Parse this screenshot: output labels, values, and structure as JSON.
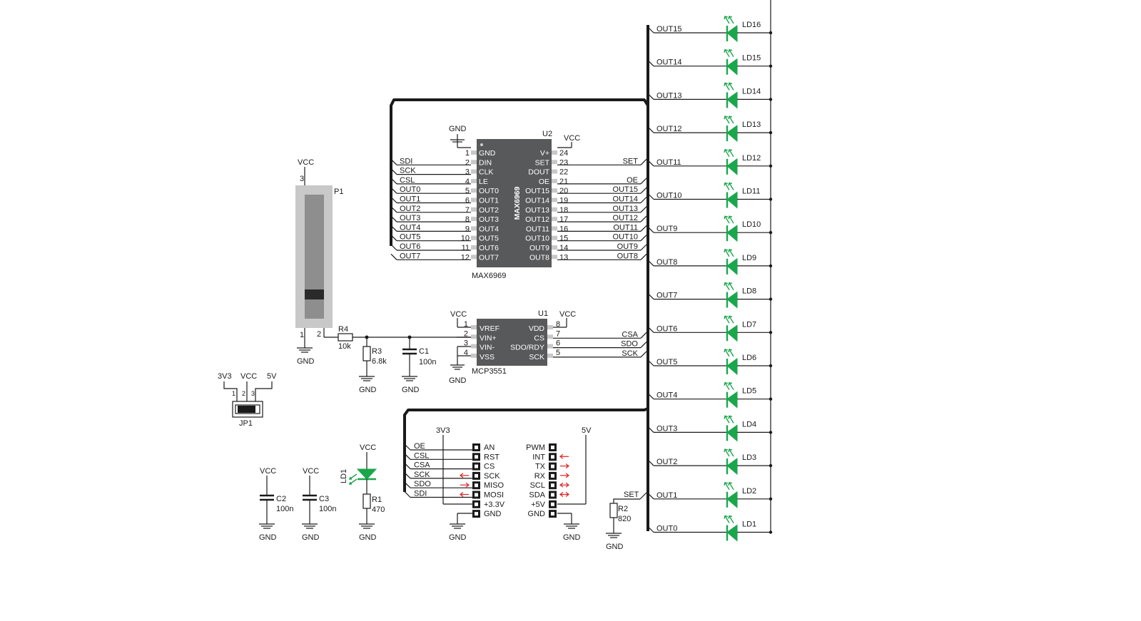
{
  "u2": {
    "ref": "U2",
    "part": "MAX6969",
    "caption": "MAX6969",
    "left_pins": [
      {
        "num": "1",
        "name": "GND",
        "net": ""
      },
      {
        "num": "2",
        "name": "DIN",
        "net": "SDI"
      },
      {
        "num": "3",
        "name": "CLK",
        "net": "SCK"
      },
      {
        "num": "4",
        "name": "LE",
        "net": "CSL"
      },
      {
        "num": "5",
        "name": "OUT0",
        "net": "OUT0"
      },
      {
        "num": "6",
        "name": "OUT1",
        "net": "OUT1"
      },
      {
        "num": "7",
        "name": "OUT2",
        "net": "OUT2"
      },
      {
        "num": "8",
        "name": "OUT3",
        "net": "OUT3"
      },
      {
        "num": "9",
        "name": "OUT4",
        "net": "OUT4"
      },
      {
        "num": "10",
        "name": "OUT5",
        "net": "OUT5"
      },
      {
        "num": "11",
        "name": "OUT6",
        "net": "OUT6"
      },
      {
        "num": "12",
        "name": "OUT7",
        "net": "OUT7"
      }
    ],
    "right_pins": [
      {
        "num": "24",
        "name": "V+",
        "net": ""
      },
      {
        "num": "23",
        "name": "SET",
        "net": "SET"
      },
      {
        "num": "22",
        "name": "DOUT",
        "net": ""
      },
      {
        "num": "21",
        "name": "OE",
        "net": "OE"
      },
      {
        "num": "20",
        "name": "OUT15",
        "net": "OUT15"
      },
      {
        "num": "19",
        "name": "OUT14",
        "net": "OUT14"
      },
      {
        "num": "18",
        "name": "OUT13",
        "net": "OUT13"
      },
      {
        "num": "17",
        "name": "OUT12",
        "net": "OUT12"
      },
      {
        "num": "16",
        "name": "OUT11",
        "net": "OUT11"
      },
      {
        "num": "15",
        "name": "OUT10",
        "net": "OUT10"
      },
      {
        "num": "14",
        "name": "OUT9",
        "net": "OUT9"
      },
      {
        "num": "13",
        "name": "OUT8",
        "net": "OUT8"
      }
    ],
    "gnd": "GND",
    "vcc": "VCC"
  },
  "u1": {
    "ref": "U1",
    "caption": "MCP3551",
    "left_pins": [
      {
        "num": "1",
        "name": "VREF"
      },
      {
        "num": "2",
        "name": "VIN+"
      },
      {
        "num": "3",
        "name": "VIN-"
      },
      {
        "num": "4",
        "name": "VSS"
      }
    ],
    "right_pins": [
      {
        "num": "8",
        "name": "VDD",
        "net": ""
      },
      {
        "num": "7",
        "name": "CS",
        "net": "CSA"
      },
      {
        "num": "6",
        "name": "SDO/RDY",
        "net": "SDO"
      },
      {
        "num": "5",
        "name": "SCK",
        "net": "SCK"
      }
    ],
    "vcc_left": "VCC",
    "vcc_right": "VCC",
    "gnd": "GND"
  },
  "pot": {
    "ref": "P1",
    "vcc": "VCC",
    "gnd": "GND",
    "pin1": "1",
    "pin2": "2",
    "pin3": "3"
  },
  "r4": {
    "ref": "R4",
    "value": "10k"
  },
  "r3": {
    "ref": "R3",
    "value": "6.8k",
    "gnd": "GND"
  },
  "c1": {
    "ref": "C1",
    "value": "100n",
    "gnd": "GND"
  },
  "jp1": {
    "ref": "JP1",
    "labels": [
      "3V3",
      "VCC",
      "5V"
    ],
    "pins": [
      "1",
      "2",
      "3"
    ]
  },
  "c2": {
    "ref": "C2",
    "value": "100n",
    "vcc": "VCC",
    "gnd": "GND"
  },
  "c3": {
    "ref": "C3",
    "value": "100n",
    "vcc": "VCC",
    "gnd": "GND"
  },
  "ld1_power": {
    "ref": "LD1",
    "vcc": "VCC"
  },
  "r1": {
    "ref": "R1",
    "value": "470",
    "gnd": "GND"
  },
  "r2": {
    "ref": "R2",
    "value": "820",
    "net": "SET",
    "gnd": "GND"
  },
  "mikrobus": {
    "left_supply": "3V3",
    "right_supply": "5V",
    "left_nets": [
      "OE",
      "CSL",
      "CSA",
      "SCK",
      "SDO",
      "SDI"
    ],
    "left_labels": [
      "AN",
      "RST",
      "CS",
      "SCK",
      "MISO",
      "MOSI",
      "+3.3V",
      "GND"
    ],
    "right_labels": [
      "PWM",
      "INT",
      "TX",
      "RX",
      "SCL",
      "SDA",
      "+5V",
      "GND"
    ],
    "gnd_left": "GND",
    "gnd_right": "GND"
  },
  "leds": [
    {
      "net": "OUT15",
      "ref": "LD16"
    },
    {
      "net": "OUT14",
      "ref": "LD15"
    },
    {
      "net": "OUT13",
      "ref": "LD14"
    },
    {
      "net": "OUT12",
      "ref": "LD13"
    },
    {
      "net": "OUT11",
      "ref": "LD12"
    },
    {
      "net": "OUT10",
      "ref": "LD11"
    },
    {
      "net": "OUT9",
      "ref": "LD10"
    },
    {
      "net": "OUT8",
      "ref": "LD9"
    },
    {
      "net": "OUT7",
      "ref": "LD8"
    },
    {
      "net": "OUT6",
      "ref": "LD7"
    },
    {
      "net": "OUT5",
      "ref": "LD6"
    },
    {
      "net": "OUT4",
      "ref": "LD5"
    },
    {
      "net": "OUT3",
      "ref": "LD4"
    },
    {
      "net": "OUT2",
      "ref": "LD3"
    },
    {
      "net": "OUT1",
      "ref": "LD2"
    },
    {
      "net": "OUT0",
      "ref": "LD1"
    }
  ],
  "colors": {
    "wire": "#1a1a1a",
    "ic": "#58595b",
    "led": "#1aa64b",
    "arrow": "#e02020",
    "pot_body": "#c8c8c8"
  }
}
